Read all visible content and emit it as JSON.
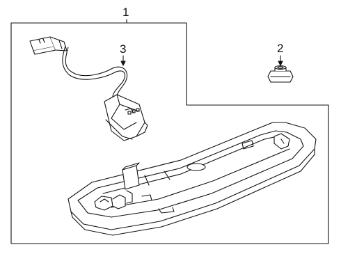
{
  "callouts": {
    "item1": "1",
    "item2": "2",
    "item3": "3"
  }
}
